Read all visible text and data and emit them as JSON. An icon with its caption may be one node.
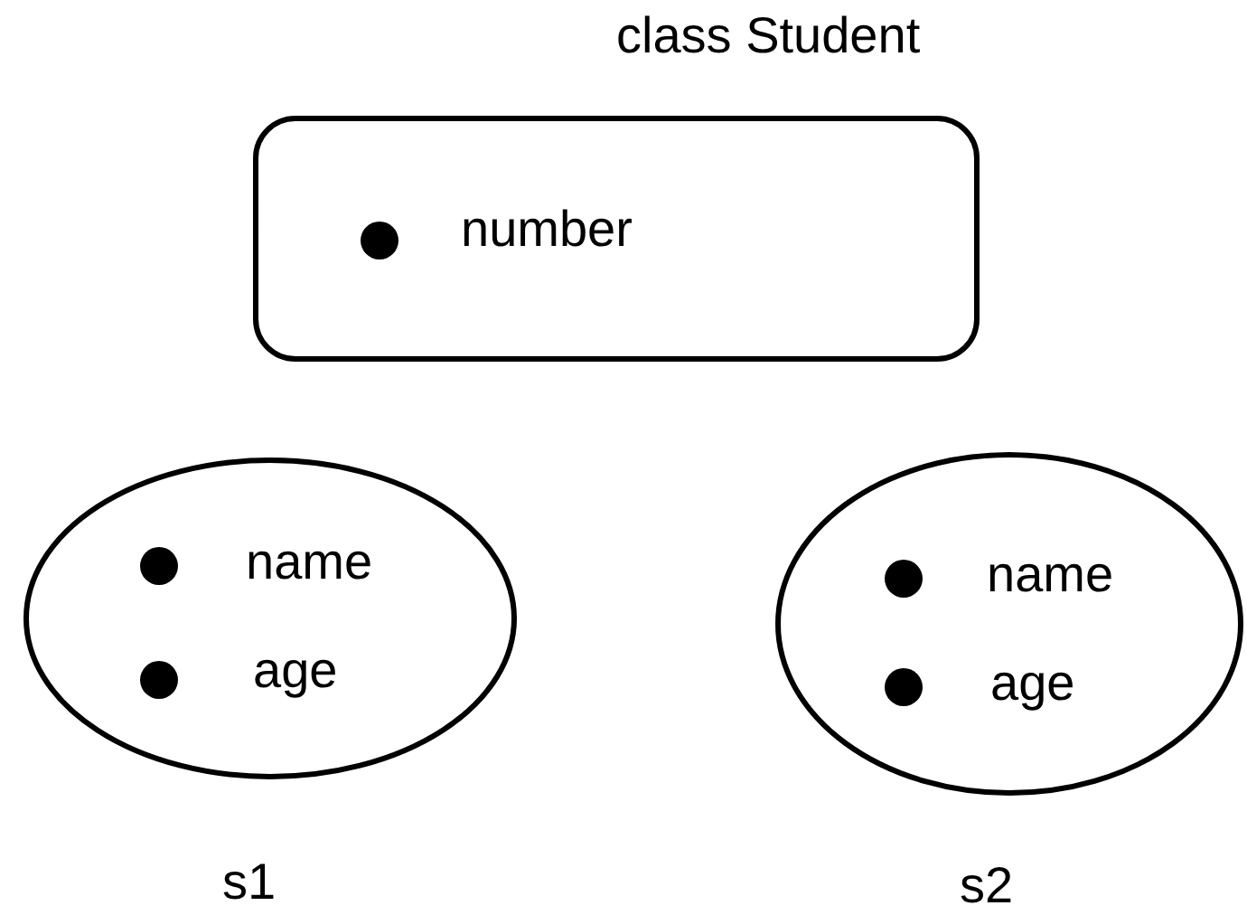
{
  "diagram": {
    "nodes": [
      {
        "text": [
          "class Student",
          "number"
        ]
      },
      {
        "text": [
          "name",
          "age"
        ],
        "beside": [
          "s1"
        ]
      },
      {
        "text": [
          "name",
          "age"
        ],
        "beside": [
          "s2"
        ]
      }
    ]
  }
}
